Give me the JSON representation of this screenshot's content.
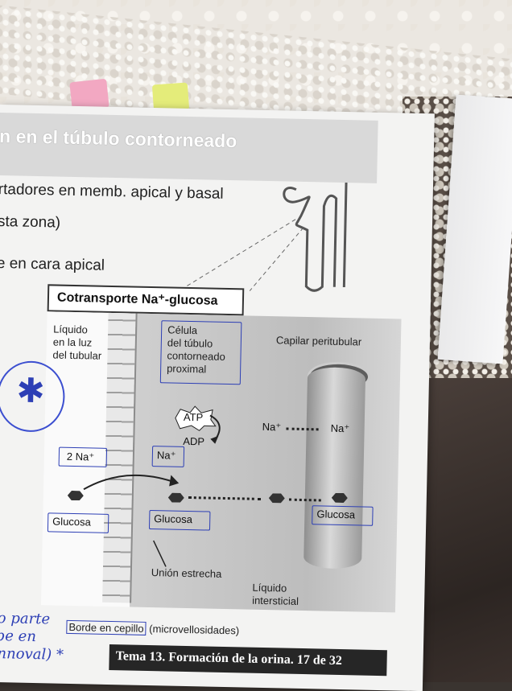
{
  "page": {
    "heading": "n en el túbulo contorneado",
    "lines": [
      "rtadores en memb. apical y basal",
      "sta zona)",
      "e en cara apical"
    ]
  },
  "figure": {
    "title": "Cotransporte Na⁺-glucosa",
    "lumen_label": "Líquido\nen la luz\ndel tubular",
    "cell_label": "Célula\ndel túbulo\ncontorneado\nproximal",
    "capillary_label": "Capilar peritubular",
    "atp": "ATP",
    "adp": "ADP",
    "na_in": "2 Na⁺",
    "na_cell": "Na⁺",
    "na_left": "Na⁺",
    "na_right": "Na⁺",
    "glucose_lumen": "Glucosa",
    "glucose_cell": "Glucosa",
    "glucose_capillary": "Glucosa",
    "tight_junction": "Unión estrecha",
    "interstitial": "Líquido\nintersticial"
  },
  "caption": {
    "label_boxed": "Borde en cepillo",
    "rest": "(microvellosidades)"
  },
  "footer": {
    "text": "Tema 13. Formación de la orina.  17 de 32"
  },
  "handwriting": {
    "margin_note": "yo parte\nrbe en\nonnoval) *",
    "asterisk": "✱"
  },
  "colors": {
    "ink": "#2d3fb5",
    "footer_bg": "#262626",
    "header_bg": "#d9d9d9"
  }
}
